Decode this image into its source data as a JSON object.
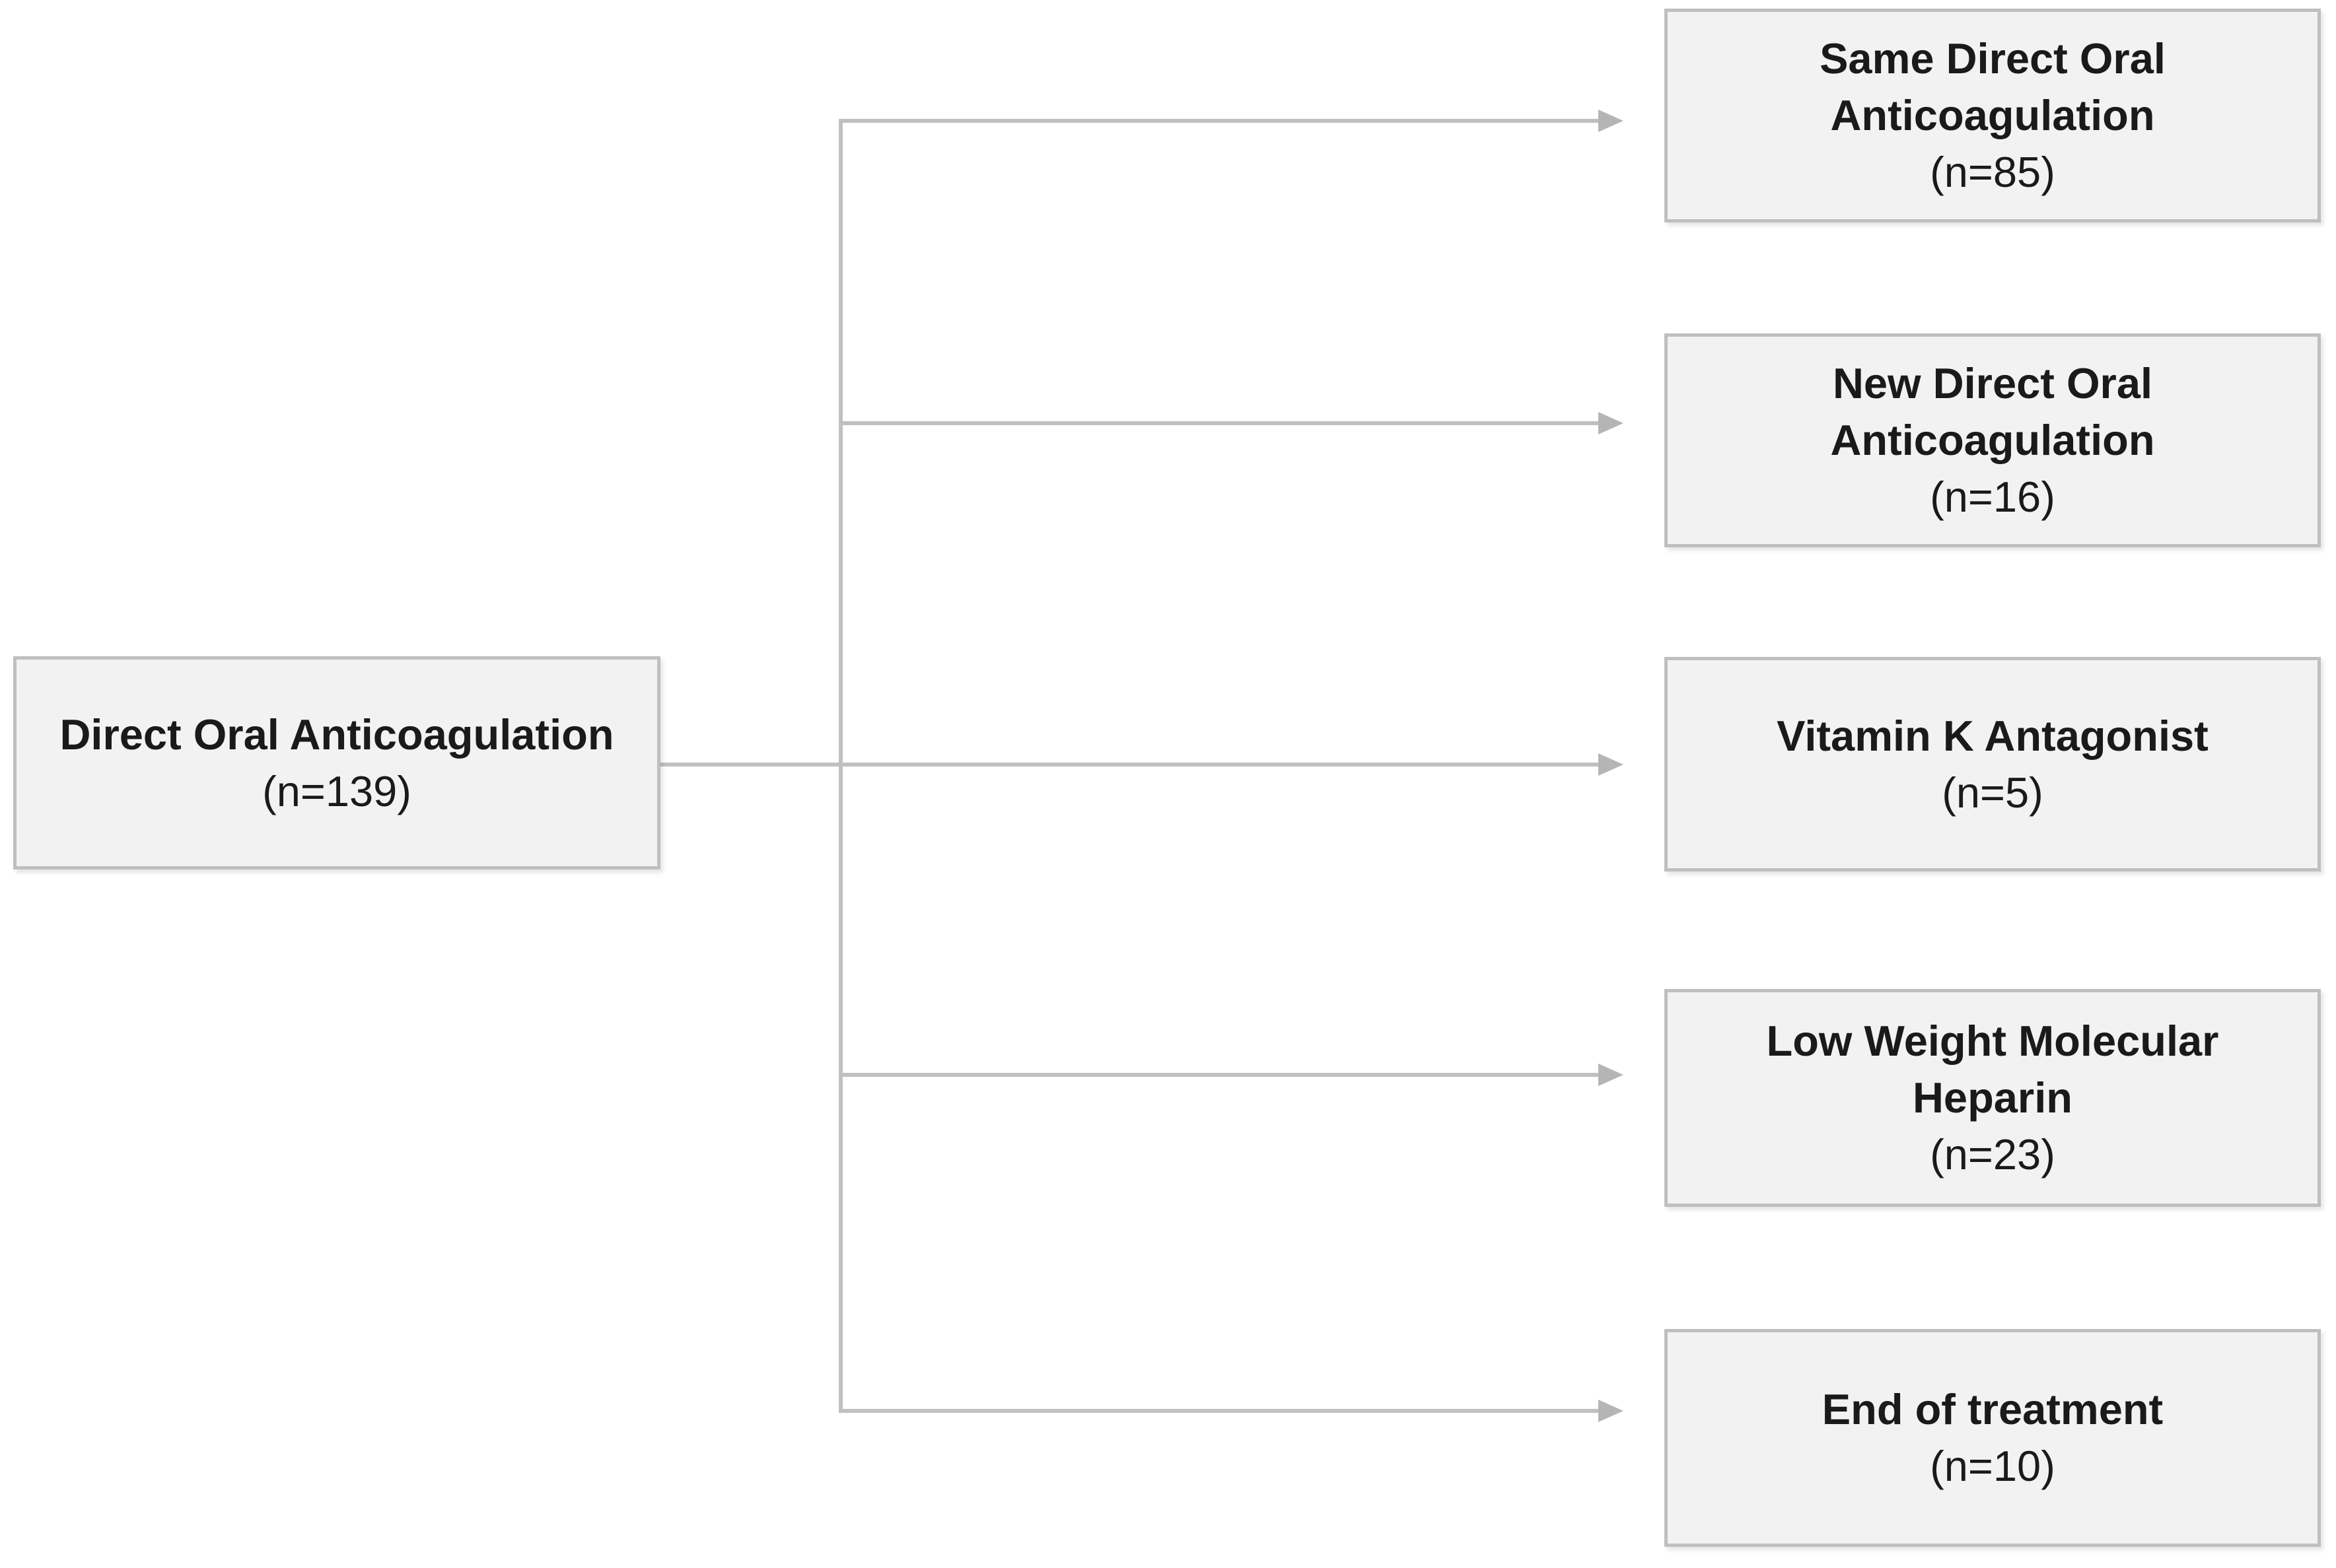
{
  "figure": {
    "root_box": {
      "label": "Direct Oral Anticoagulation",
      "count": "(n=139)"
    },
    "branch_boxes": [
      {
        "label": "Same Direct Oral Anticoagulation",
        "count": "(n=85)"
      },
      {
        "label": "New Direct Oral Anticoagulation",
        "count": "(n=16)"
      },
      {
        "label": "Vitamin K Antagonist",
        "count": "(n=5)"
      },
      {
        "label": "Low Weight Molecular Heparin",
        "count": "(n=23)"
      },
      {
        "label": "End of treatment",
        "count": "(n=10)"
      }
    ],
    "colors": {
      "box_fill": "#f2f2f2",
      "box_border": "#bfbfbf",
      "connector": "#c0c0c0",
      "arrowhead": "#b5b5b5",
      "text": "#1a1a1a",
      "background": "#ffffff"
    }
  }
}
